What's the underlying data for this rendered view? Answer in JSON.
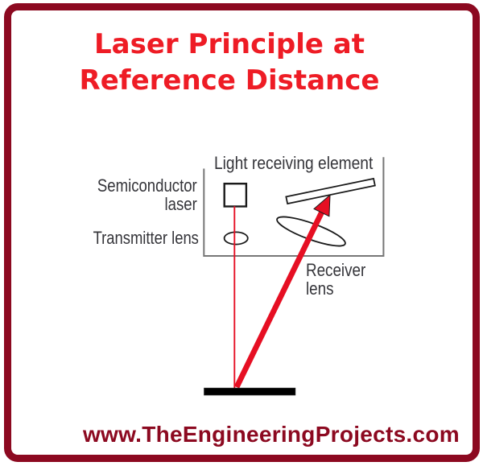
{
  "page": {
    "background": "#ffffff",
    "border_color": "#8C0920"
  },
  "title": {
    "line1": "Laser Principle at",
    "line2": "Reference Distance",
    "color": "#EE1C25"
  },
  "diagram": {
    "labels": {
      "light_receiving_element": "Light receiving element",
      "semiconductor_laser": [
        "Semiconductor",
        "laser"
      ],
      "transmitter_lens": "Transmitter lens",
      "receiver_lens": [
        "Receiver",
        "lens"
      ]
    },
    "colors": {
      "beam": "#E60F23",
      "outline": "#1a1a1a",
      "housing": "#777777",
      "label": "#35353a",
      "surface": "#000000"
    }
  },
  "footer": {
    "text": "www.TheEngineeringProjects.com",
    "color": "#8C0920"
  }
}
